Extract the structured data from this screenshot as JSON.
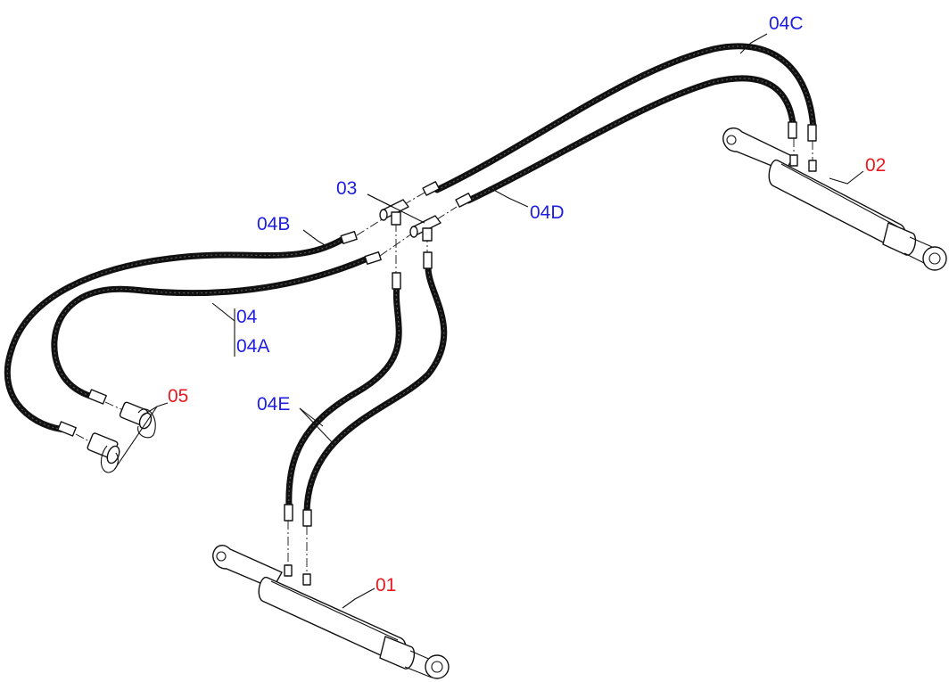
{
  "colors": {
    "parts": "#e8191e",
    "hoses": "#1d1de3",
    "lines": "#111111",
    "background": "#ffffff"
  },
  "labels": {
    "cyl_01": {
      "text": "01",
      "color": "#e8191e"
    },
    "cyl_02": {
      "text": "02",
      "color": "#e8191e"
    },
    "tee_03": {
      "text": "03",
      "color": "#1d1de3"
    },
    "hose_04": {
      "text": "04",
      "color": "#1d1de3"
    },
    "hose_04a": {
      "text": "04A",
      "color": "#1d1de3"
    },
    "hose_04b": {
      "text": "04B",
      "color": "#1d1de3"
    },
    "hose_04c": {
      "text": "04C",
      "color": "#1d1de3"
    },
    "hose_04d": {
      "text": "04D",
      "color": "#1d1de3"
    },
    "hose_04e": {
      "text": "04E",
      "color": "#1d1de3"
    },
    "coupler_05": {
      "text": "05",
      "color": "#e8191e"
    }
  }
}
